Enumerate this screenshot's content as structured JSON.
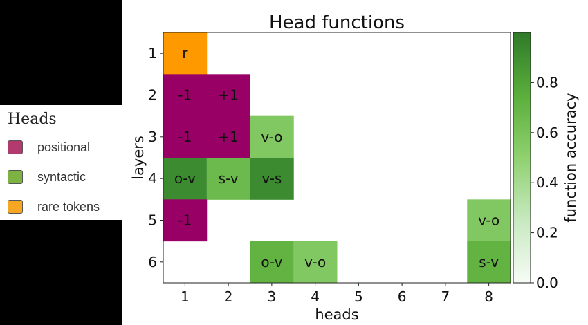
{
  "legend": {
    "title": "Heads",
    "items": [
      {
        "label": "positional",
        "color": "#b23a6e"
      },
      {
        "label": "syntactic",
        "color": "#7cb342"
      },
      {
        "label": "rare tokens",
        "color": "#f5a623"
      }
    ]
  },
  "chart_data": {
    "type": "heatmap",
    "title": "Head functions",
    "xlabel": "heads",
    "ylabel": "layers",
    "x_categories": [
      "1",
      "2",
      "3",
      "4",
      "5",
      "6",
      "7",
      "8"
    ],
    "y_categories": [
      "1",
      "2",
      "3",
      "4",
      "5",
      "6"
    ],
    "colors": {
      "positional": "#990066",
      "rare tokens": "#ff9900"
    },
    "cells": [
      {
        "layer": 1,
        "head": 1,
        "label": "r",
        "kind": "rare tokens"
      },
      {
        "layer": 2,
        "head": 1,
        "label": "-1",
        "kind": "positional"
      },
      {
        "layer": 2,
        "head": 2,
        "label": "+1",
        "kind": "positional"
      },
      {
        "layer": 3,
        "head": 1,
        "label": "-1",
        "kind": "positional"
      },
      {
        "layer": 3,
        "head": 2,
        "label": "+1",
        "kind": "positional"
      },
      {
        "layer": 3,
        "head": 3,
        "label": "v-o",
        "kind": "syntactic",
        "accuracy": 0.55
      },
      {
        "layer": 4,
        "head": 1,
        "label": "o-v",
        "kind": "syntactic",
        "accuracy": 0.9
      },
      {
        "layer": 4,
        "head": 2,
        "label": "s-v",
        "kind": "syntactic",
        "accuracy": 0.65
      },
      {
        "layer": 4,
        "head": 3,
        "label": "v-s",
        "kind": "syntactic",
        "accuracy": 0.9
      },
      {
        "layer": 5,
        "head": 1,
        "label": "-1",
        "kind": "positional"
      },
      {
        "layer": 5,
        "head": 8,
        "label": "v-o",
        "kind": "syntactic",
        "accuracy": 0.55
      },
      {
        "layer": 6,
        "head": 3,
        "label": "o-v",
        "kind": "syntactic",
        "accuracy": 0.7
      },
      {
        "layer": 6,
        "head": 4,
        "label": "v-o",
        "kind": "syntactic",
        "accuracy": 0.55
      },
      {
        "layer": 6,
        "head": 8,
        "label": "s-v",
        "kind": "syntactic",
        "accuracy": 0.7
      }
    ],
    "colorbar": {
      "label": "function accuracy",
      "range": [
        0.0,
        1.0
      ],
      "ticks": [
        "0.0",
        "0.2",
        "0.4",
        "0.6",
        "0.8"
      ],
      "colormap": "Greens",
      "max_value": 0.98
    }
  }
}
